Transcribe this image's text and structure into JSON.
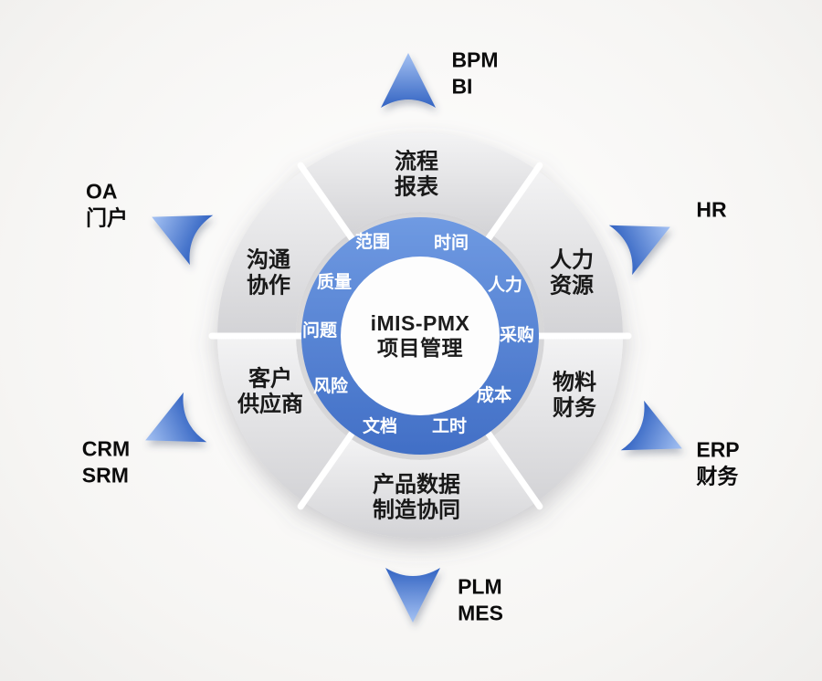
{
  "colors": {
    "ring_gray_light": "#f3f3f4",
    "ring_gray_dark": "#d3d3d6",
    "blue_light": "#6f9ae2",
    "blue_dark": "#416fc6",
    "arrow_light": "#a5c2f3",
    "arrow_dark": "#3263c2",
    "separator_white": "#ffffff",
    "hub_fill": "#fdfdfd"
  },
  "hub": {
    "title": "iMIS-PMX\n项目管理"
  },
  "inner_ring": {
    "scope": "范围",
    "time": "时间",
    "quality": "质量",
    "manpower": "人力",
    "issue": "问题",
    "procurement": "采购",
    "risk": "风险",
    "cost": "成本",
    "document": "文档",
    "work_hours": "工时"
  },
  "outer_ring": {
    "top": "流程\n报表",
    "upper_right": "人力\n资源",
    "lower_right": "物料\n财务",
    "bottom": "产品数据\n制造协同",
    "lower_left": "客户\n供应商",
    "upper_left": "沟通\n协作"
  },
  "external": {
    "top": "BPM\nBI",
    "upper_right": "HR",
    "lower_right": "ERP\n财务",
    "bottom": "PLM\nMES",
    "lower_left": "CRM\nSRM",
    "upper_left": "OA\n门户"
  }
}
